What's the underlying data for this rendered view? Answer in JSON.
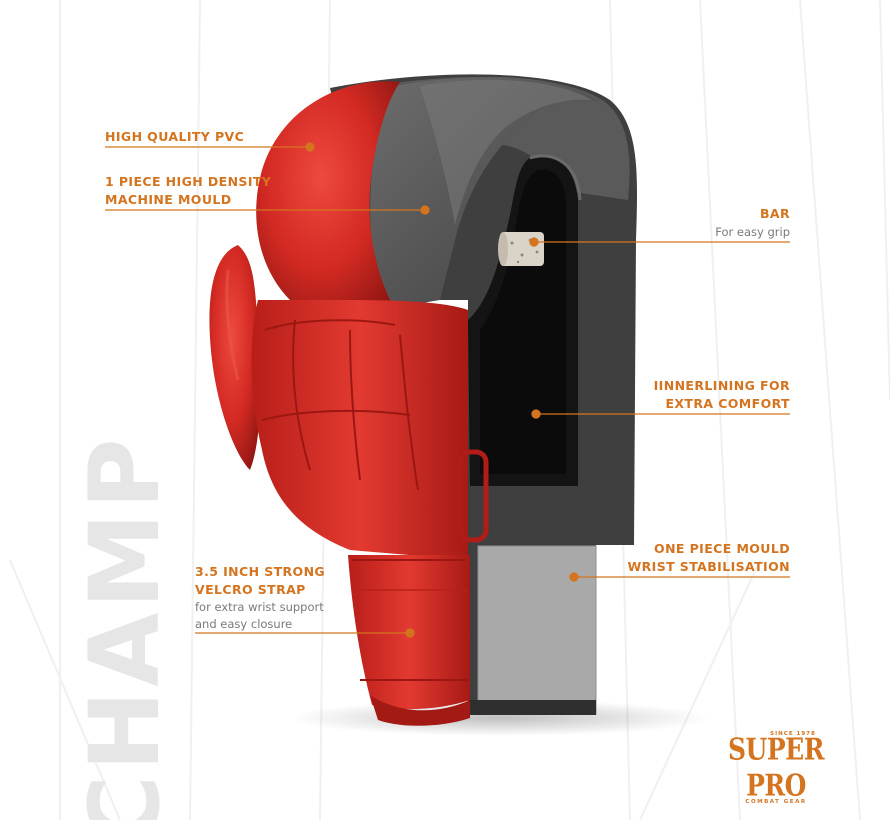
{
  "colors": {
    "accent": "#d4741f",
    "glove_red": "#d32a23",
    "foam_dark": "#4a4a4a",
    "foam_mid": "#7a7a7a",
    "lining": "#141414",
    "wrist_block": "#a9a9a9",
    "label_gray": "#7a7a7a",
    "watermark": "#e6e6e6"
  },
  "watermark": "CHAMP",
  "callouts": {
    "pvc": {
      "lines": [
        "HIGH QUALITY PVC"
      ]
    },
    "mould": {
      "lines": [
        "1 PIECE HIGH DENSITY",
        "MACHINE MOULD"
      ]
    },
    "bar": {
      "lines": [
        "BAR"
      ],
      "sub": [
        "For easy grip"
      ]
    },
    "lining": {
      "lines": [
        "IINNERLINING FOR",
        "EXTRA COMFORT"
      ]
    },
    "wrist": {
      "lines": [
        "ONE PIECE MOULD",
        "WRIST STABILISATION"
      ]
    },
    "strap": {
      "lines": [
        "3.5 INCH STRONG",
        "VELCRO STRAP"
      ],
      "sub": [
        "for extra wrist support",
        "and easy closure"
      ]
    }
  },
  "logo": {
    "since": "SINCE 1978",
    "name": "SUPER PRO",
    "tagline": "COMBAT GEAR"
  }
}
